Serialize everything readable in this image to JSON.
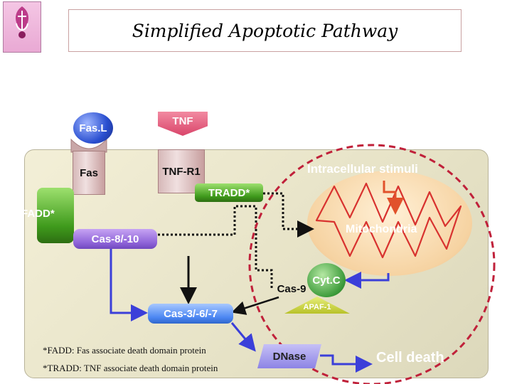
{
  "title": "Simplified Apoptotic Pathway",
  "logo": {
    "caption": "",
    "icon": "university-crest-icon"
  },
  "ligands": {
    "fasl": "Fas.L",
    "tnf": "TNF"
  },
  "receptors": {
    "fas": "Fas",
    "tnfr1": "TNF-R1"
  },
  "adaptors": {
    "tradd": "TRADD*",
    "fadd": "FADD*"
  },
  "caspases": {
    "initiator": "Cas-8/-10",
    "executioner": "Cas-3/-6/-7",
    "cas9": "Cas-9"
  },
  "mitochondria": {
    "label": "Mitochondria",
    "stimuli": "Intracellular stimuli"
  },
  "apoptosome": {
    "cytc": "Cyt.C",
    "apaf1": "APAF-1"
  },
  "dnase": "DNase",
  "outcome": "Cell death",
  "footnotes": [
    "*FADD: Fas associate death domain protein",
    "*TRADD: TNF associate death domain protein"
  ],
  "colors": {
    "cell_bg": "#ebe7cc",
    "pathway_arrow": "#3b3fd9",
    "stimulus_arrow": "#e1522b",
    "highlight_circle": "#c0213a",
    "dotted_arrow": "#111111"
  }
}
